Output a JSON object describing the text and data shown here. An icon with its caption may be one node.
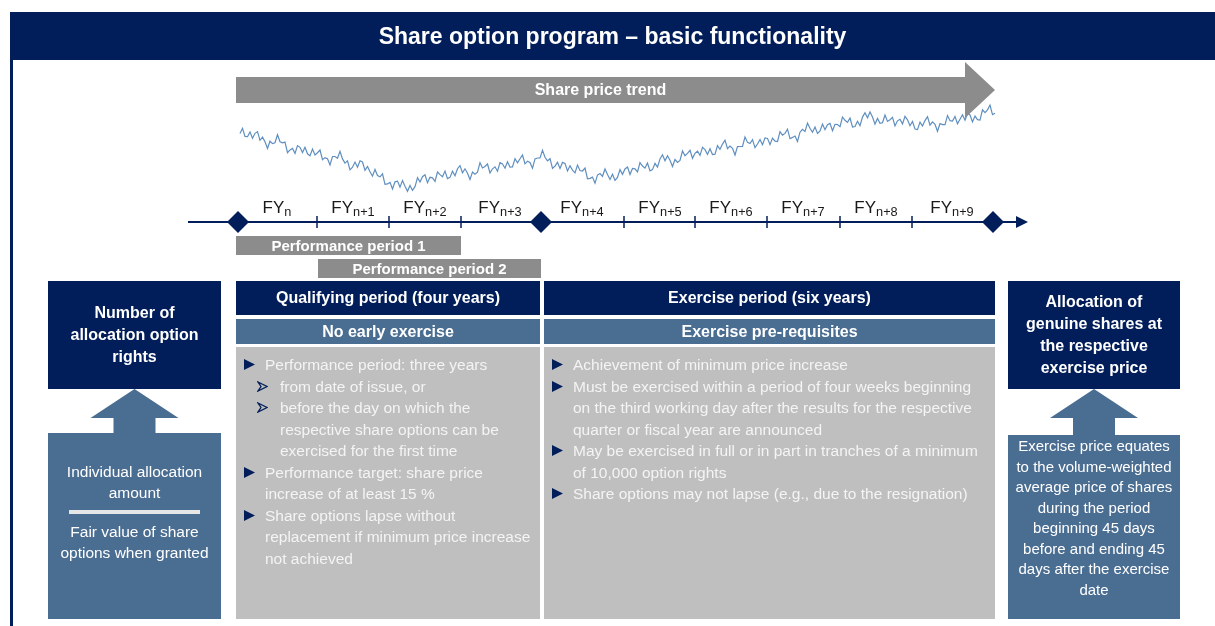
{
  "diagram": {
    "title": "Share option program – basic functionality",
    "nodes": [
      {
        "text": [
          "Share price trend"
        ]
      },
      {
        "text": [
          "Performance period 1"
        ]
      },
      {
        "text": [
          "Performance period 2"
        ]
      },
      {
        "text": [
          "Qualifying period (four years)"
        ]
      },
      {
        "text": [
          "No early exercise"
        ]
      },
      {
        "text": [
          "Performance period: three years",
          "from date of issue, or",
          "before the day on which the respective share options can be exercised for the first time",
          "Performance target: share price increase of at least 15 %",
          "Share options lapse without replacement if minimum  price increase not achieved"
        ]
      },
      {
        "text": [
          "Exercise period (six years)"
        ]
      },
      {
        "text": [
          "Exercise pre-requisites"
        ]
      },
      {
        "text": [
          "Achievement of minimum  price increase",
          "Must be exercised within a period of four weeks beginning on the third working day after the results for the respective quarter or fiscal year are announced",
          "May be exercised in full or in part in tranches of a minimum  of 10,000 option rights",
          "Share options may not lapse (e.g., due to the resignation)"
        ]
      },
      {
        "text": [
          "Number of allocation option rights"
        ]
      },
      {
        "text": [
          "Individual allocation amount",
          "Fair value of share options when granted"
        ]
      },
      {
        "text": [
          "Allocation of genuine shares at the respective exercise price"
        ]
      },
      {
        "text": [
          "Exercise price equates to the volume-weighted average price of shares during the period beginning  45 days before and ending  45 days after the exercise date"
        ]
      }
    ],
    "edges": [
      {
        "from": 10,
        "to": 9,
        "arrow": "to",
        "style": "thick"
      },
      {
        "from": 12,
        "to": 11,
        "arrow": "to",
        "style": "thick"
      }
    ],
    "labels": [
      "FY$_{n}$",
      "FY$_{n+1}$",
      "FY$_{n+2}$",
      "FY$_{n+3}$",
      "FY$_{n+4}$",
      "FY$_{n+5}$",
      "FY$_{n+6}$",
      "FY$_{n+7}$",
      "FY$_{n+8}$",
      "FY$_{n+9}$"
    ]
  }
}
